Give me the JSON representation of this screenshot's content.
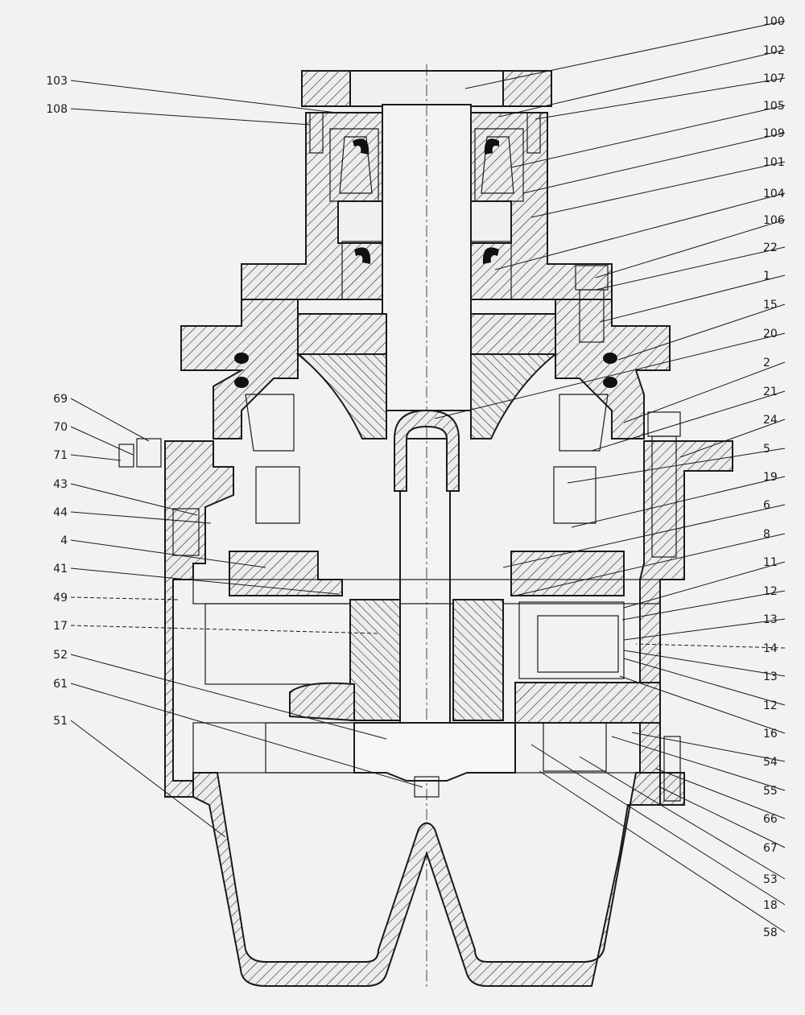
{
  "callouts_left": [
    {
      "id": "103",
      "label": "103"
    },
    {
      "id": "108",
      "label": "108"
    },
    {
      "id": "69",
      "label": "69"
    },
    {
      "id": "70",
      "label": "70"
    },
    {
      "id": "71",
      "label": "71"
    },
    {
      "id": "43",
      "label": "43"
    },
    {
      "id": "44",
      "label": "44"
    },
    {
      "id": "4",
      "label": "4"
    },
    {
      "id": "41",
      "label": "41"
    },
    {
      "id": "49",
      "label": "49"
    },
    {
      "id": "17",
      "label": "17"
    },
    {
      "id": "52",
      "label": "52"
    },
    {
      "id": "61",
      "label": "61"
    },
    {
      "id": "51",
      "label": "51"
    }
  ],
  "callouts_right": [
    {
      "id": "100",
      "label": "100"
    },
    {
      "id": "102",
      "label": "102"
    },
    {
      "id": "107",
      "label": "107"
    },
    {
      "id": "105",
      "label": "105"
    },
    {
      "id": "109",
      "label": "109"
    },
    {
      "id": "101",
      "label": "101"
    },
    {
      "id": "104",
      "label": "104"
    },
    {
      "id": "106",
      "label": "106"
    },
    {
      "id": "22",
      "label": "22"
    },
    {
      "id": "1",
      "label": "1"
    },
    {
      "id": "15",
      "label": "15"
    },
    {
      "id": "20",
      "label": "20"
    },
    {
      "id": "2",
      "label": "2"
    },
    {
      "id": "21",
      "label": "21"
    },
    {
      "id": "24",
      "label": "24"
    },
    {
      "id": "5",
      "label": "5"
    },
    {
      "id": "19",
      "label": "19"
    },
    {
      "id": "6",
      "label": "6"
    },
    {
      "id": "8",
      "label": "8"
    },
    {
      "id": "11",
      "label": "11"
    },
    {
      "id": "12a",
      "label": "12"
    },
    {
      "id": "13a",
      "label": "13"
    },
    {
      "id": "14",
      "label": "14"
    },
    {
      "id": "13b",
      "label": "13"
    },
    {
      "id": "12b",
      "label": "12"
    },
    {
      "id": "16",
      "label": "16"
    },
    {
      "id": "54",
      "label": "54"
    },
    {
      "id": "55",
      "label": "55"
    },
    {
      "id": "66",
      "label": "66"
    },
    {
      "id": "67",
      "label": "67"
    },
    {
      "id": "53",
      "label": "53"
    },
    {
      "id": "18",
      "label": "18"
    },
    {
      "id": "58",
      "label": "58"
    }
  ],
  "colors": {
    "background": "#f2f2f2",
    "line": "#1a1a1a",
    "section_fill": "#e6e6e6",
    "seal": "#111111"
  }
}
